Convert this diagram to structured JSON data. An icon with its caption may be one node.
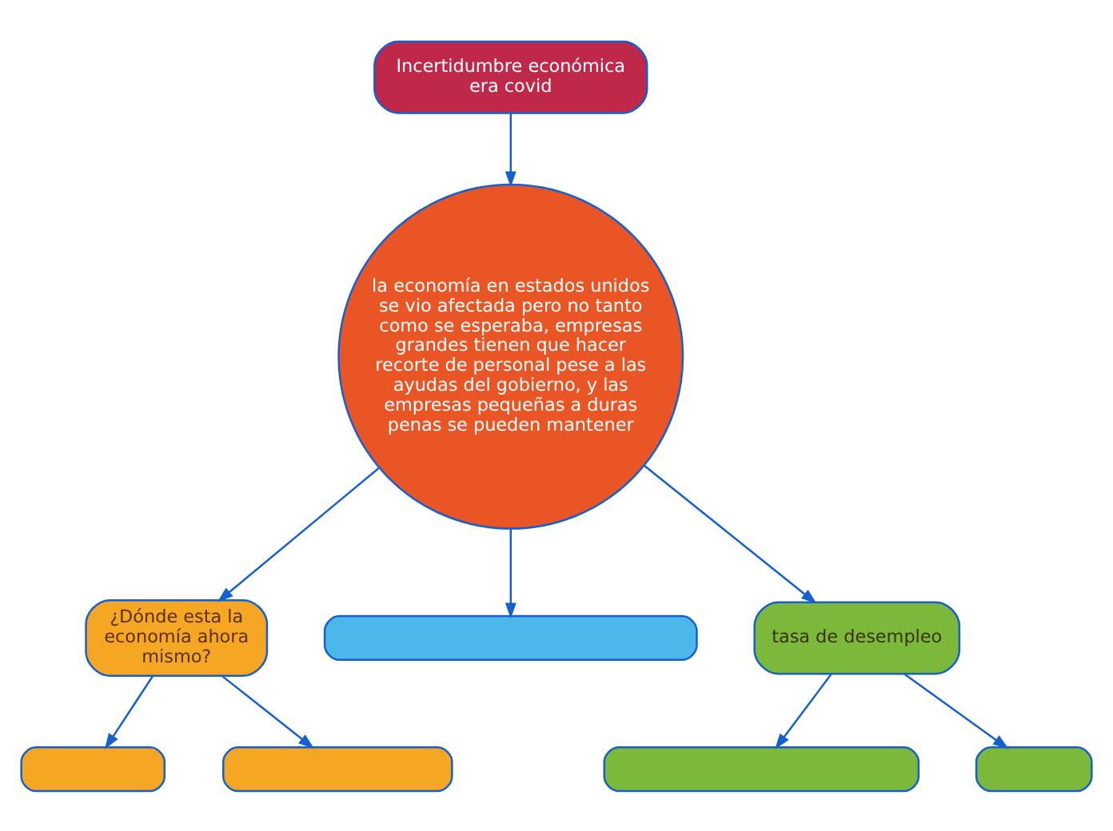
{
  "diagram": {
    "nodes": [
      {
        "text": [
          "Incertidumbre económica era covid"
        ]
      },
      {
        "text": [
          "la economía en estados unidos se vio afectada pero no tanto como se esperaba, empresas grandes tienen que hacer recorte de personal pese a las ayudas del gobierno, y las empresas pequeñas a duras penas se pueden mantener"
        ]
      },
      {
        "text": [
          "¿Dónde esta la economía ahora mismo?"
        ]
      },
      {
        "text": [],
        "shape": "box"
      },
      {
        "text": [],
        "shape": "box"
      },
      {
        "text": [],
        "shape": "box"
      },
      {
        "text": [
          "tasa de desempleo"
        ]
      },
      {
        "text": [],
        "shape": "box"
      },
      {
        "text": [],
        "shape": "box"
      }
    ],
    "edges": [
      {
        "from": 0,
        "to": 1,
        "arrow": "to"
      },
      {
        "from": 1,
        "to": 2,
        "arrow": "to"
      },
      {
        "from": 2,
        "to": 3,
        "arrow": "to"
      },
      {
        "from": 2,
        "to": 4,
        "arrow": "to"
      },
      {
        "from": 1,
        "to": 5,
        "arrow": "to"
      },
      {
        "from": 1,
        "to": 6,
        "arrow": "to"
      },
      {
        "from": 6,
        "to": 7,
        "arrow": "to"
      },
      {
        "from": 6,
        "to": 8,
        "arrow": "to"
      }
    ]
  }
}
